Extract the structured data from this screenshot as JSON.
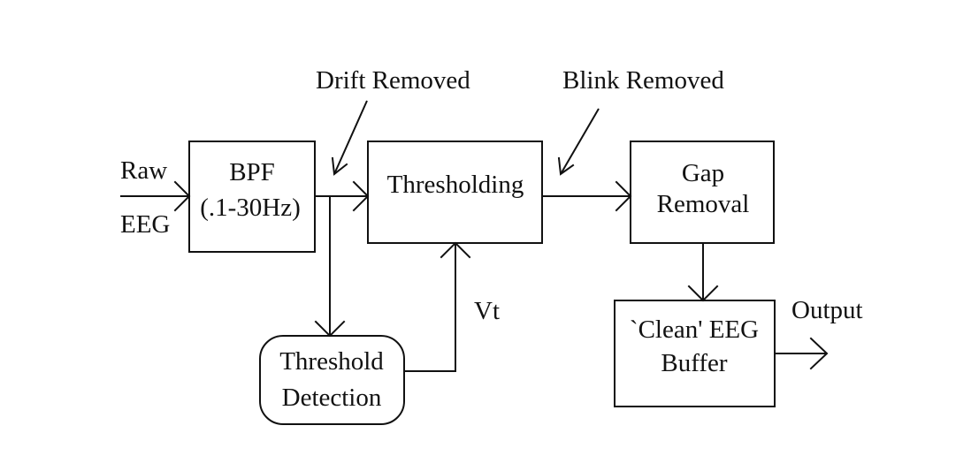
{
  "inputs": {
    "raw": "Raw",
    "eeg": "EEG"
  },
  "blocks": {
    "bpf": {
      "line1": "BPF",
      "line2": "(.1-30Hz)"
    },
    "thresholding": {
      "label": "Thresholding"
    },
    "gap_removal": {
      "line1": "Gap",
      "line2": "Removal"
    },
    "threshold_detection": {
      "line1": "Threshold",
      "line2": "Detection"
    },
    "clean_buffer": {
      "line1": "`Clean' EEG",
      "line2": "Buffer"
    }
  },
  "annotations": {
    "drift_removed": "Drift Removed",
    "blink_removed": "Blink Removed",
    "vt": "Vt",
    "output": "Output"
  }
}
